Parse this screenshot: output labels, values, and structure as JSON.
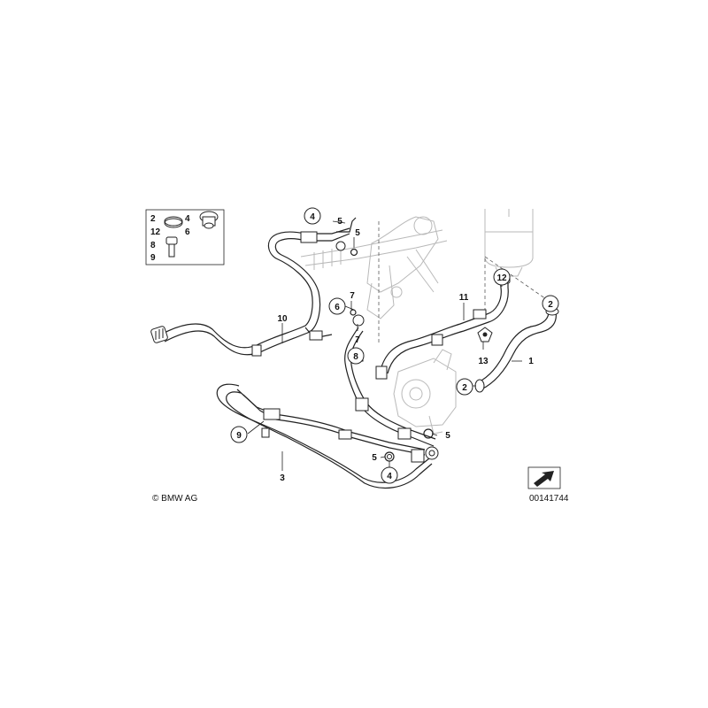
{
  "legend": {
    "rows": [
      {
        "left": "2",
        "right": "4"
      },
      {
        "left": "12",
        "right": "6"
      },
      {
        "left": "8",
        "right": ""
      },
      {
        "left": "9",
        "right": ""
      }
    ]
  },
  "callouts": {
    "c1": "1",
    "c2a": "2",
    "c2b": "2",
    "c3": "3",
    "c4a": "4",
    "c4b": "4",
    "c5a": "5",
    "c5b": "5",
    "c5c": "5",
    "c5d": "5",
    "c6": "6",
    "c7a": "7",
    "c7b": "7",
    "c8": "8",
    "c9": "9",
    "c10": "10",
    "c11": "11",
    "c12": "12",
    "c13": "13"
  },
  "copyright": "© BMW AG",
  "image_number": "00141744",
  "colors": {
    "line": "#222222",
    "ghost": "#b9b9b9",
    "background": "#ffffff"
  }
}
